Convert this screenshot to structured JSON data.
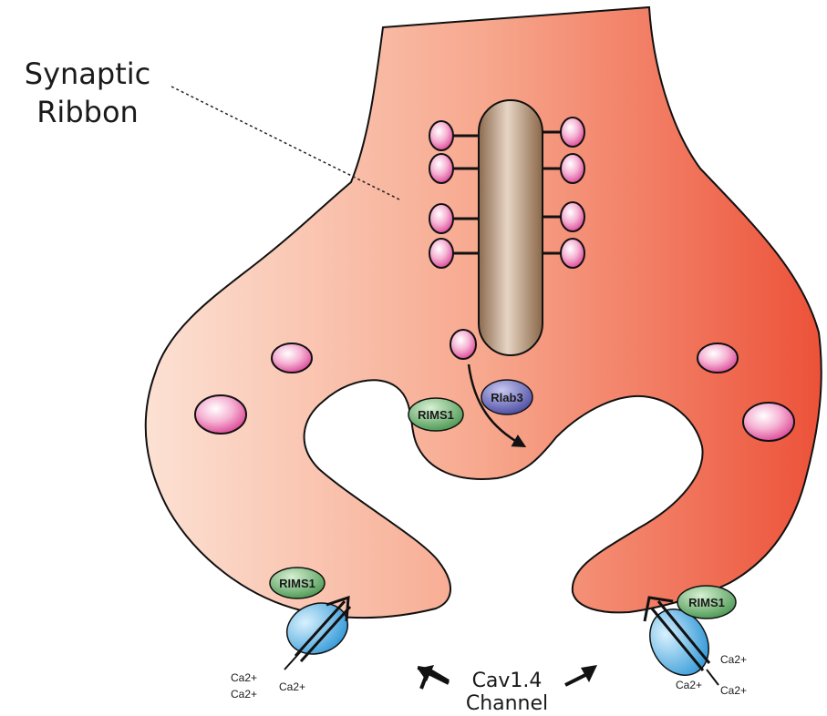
{
  "labels": {
    "ribbon_line1": "Synaptic",
    "ribbon_line2": "Ribbon",
    "rims1_center": "RIMS1",
    "rab3": "Rlab3",
    "rims1_left": "RIMS1",
    "rims1_right": "RIMS1",
    "channel_line1": "Cav1.4",
    "channel_line2": "Channel",
    "ca_left_1": "Ca2+",
    "ca_left_2": "Ca2+",
    "ca_left_3": "Ca2+",
    "ca_right_1": "Ca2+",
    "ca_right_2": "Ca2+",
    "ca_right_3": "Ca2+"
  },
  "colors": {
    "terminal_light": "#fbd8c8",
    "terminal_dark": "#ec5a3e",
    "ribbon": "#b08a6a",
    "vesicle": "#e0559a",
    "rims1": "#5aa65a",
    "rab3": "#5555a8",
    "channel": "#4fb3e6"
  }
}
